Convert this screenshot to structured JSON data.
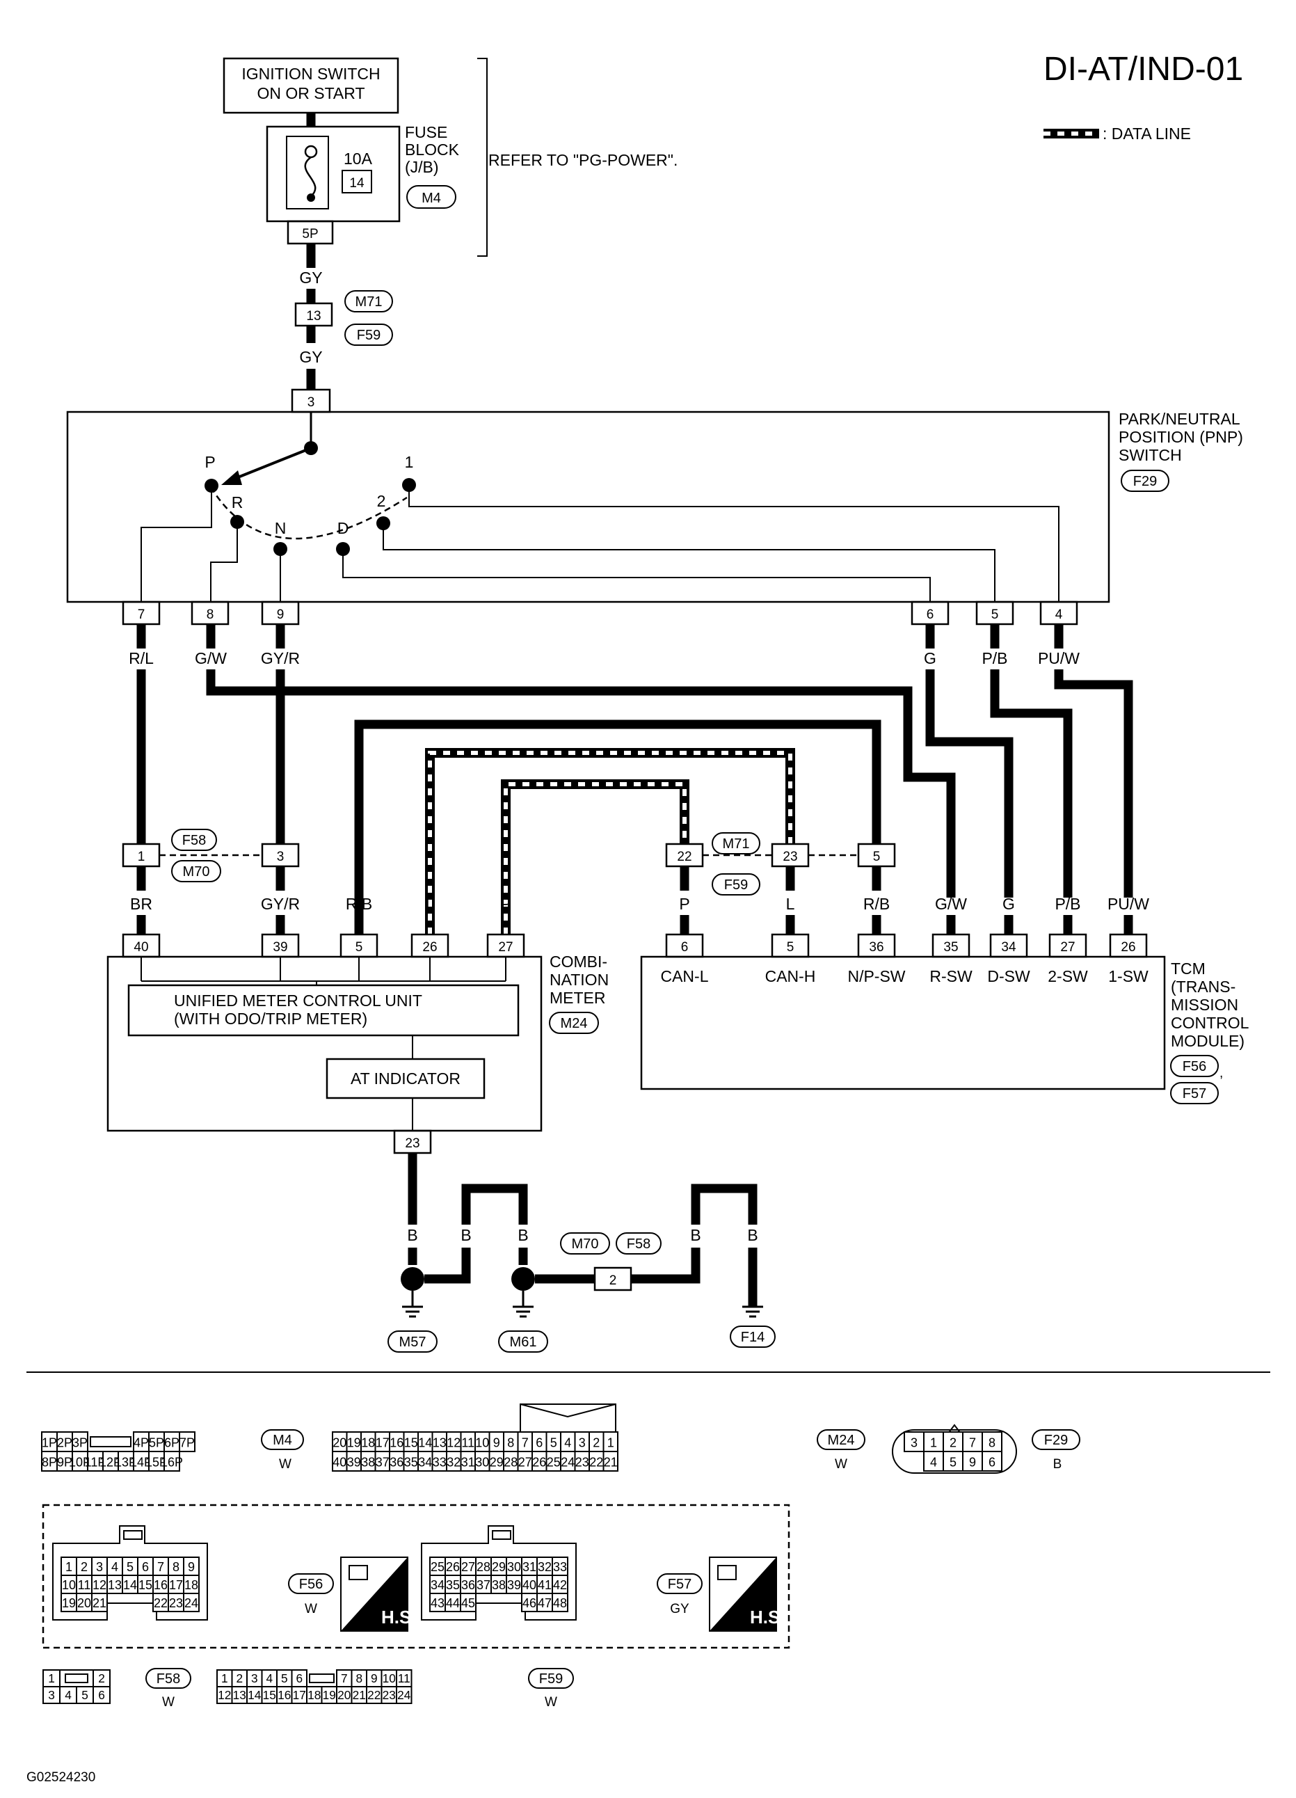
{
  "title": "DI-AT/IND-01",
  "legend": {
    "data_line": ": DATA LINE"
  },
  "ignition_switch": [
    "IGNITION SWITCH",
    "ON OR START"
  ],
  "fuse_block": {
    "label": [
      "FUSE",
      "BLOCK",
      "(J/B)"
    ],
    "amp": "10A",
    "fuse_no": "14",
    "connector": "M4",
    "terminal": "5P",
    "refer": "REFER TO \"PG-POWER\"."
  },
  "wire_colors": {
    "gy": "GY",
    "rl": "R/L",
    "gw": "G/W",
    "gyr": "GY/R",
    "g": "G",
    "pb": "P/B",
    "puw": "PU/W",
    "br": "BR",
    "rb": "R/B",
    "l": "L",
    "p": "P",
    "b": "B"
  },
  "connectors": {
    "m71": "M71",
    "f59": "F59",
    "f58": "F58",
    "m70": "M70",
    "f29": "F29",
    "m24": "M24",
    "f56": "F56",
    "f57": "F57",
    "m57": "M57",
    "m61": "M61",
    "f14": "F14",
    "m4": "M4"
  },
  "pins": {
    "p13": "13",
    "p3": "3",
    "p7": "7",
    "p8": "8",
    "p9": "9",
    "p6": "6",
    "p5": "5",
    "p4": "4",
    "p1": "1",
    "p22": "22",
    "p23": "23",
    "p40": "40",
    "p39": "39",
    "p26": "26",
    "p27": "27",
    "p36": "36",
    "p35": "35",
    "p34": "34",
    "p2": "2"
  },
  "pnp_switch": {
    "label": [
      "PARK/NEUTRAL",
      "POSITION (PNP)",
      "SWITCH"
    ],
    "positions": [
      "P",
      "R",
      "N",
      "D",
      "2",
      "1"
    ]
  },
  "combination_meter": {
    "label": [
      "COMBI-",
      "NATION",
      "METER"
    ],
    "unit": [
      "UNIFIED METER CONTROL UNIT",
      "(WITH ODO/TRIP METER)"
    ],
    "indicator": "AT INDICATOR"
  },
  "tcm": {
    "label": [
      "TCM",
      "(TRANS-",
      "MISSION",
      "CONTROL",
      "MODULE)"
    ],
    "terminals": [
      "CAN-L",
      "CAN-H",
      "N/P-SW",
      "R-SW",
      "D-SW",
      "2-SW",
      "1-SW"
    ]
  },
  "connector_views": {
    "m4": {
      "row1": [
        "1P",
        "2P",
        "3P",
        "4P",
        "5P",
        "6P",
        "7P"
      ],
      "row2": [
        "8P",
        "9P",
        "10P",
        "11P",
        "12P",
        "13P",
        "14P",
        "15P",
        "16P"
      ],
      "color": "W"
    },
    "m24": {
      "row1": [
        "20",
        "19",
        "18",
        "17",
        "16",
        "15",
        "14",
        "13",
        "12",
        "11",
        "10",
        "9",
        "8",
        "7",
        "6",
        "5",
        "4",
        "3",
        "2",
        "1"
      ],
      "row2": [
        "40",
        "39",
        "38",
        "37",
        "36",
        "35",
        "34",
        "33",
        "32",
        "31",
        "30",
        "29",
        "28",
        "27",
        "26",
        "25",
        "24",
        "23",
        "22",
        "21"
      ],
      "color": "W"
    },
    "f29": {
      "row1": [
        "3",
        "1",
        "2",
        "7",
        "8"
      ],
      "row2": [
        "4",
        "5",
        "9",
        "6"
      ],
      "color": "B"
    },
    "f56": {
      "row1": [
        "1",
        "2",
        "3",
        "4",
        "5",
        "6",
        "7",
        "8",
        "9"
      ],
      "row2": [
        "10",
        "11",
        "12",
        "13",
        "14",
        "15",
        "16",
        "17",
        "18"
      ],
      "row3": [
        "19",
        "20",
        "21",
        "22",
        "23",
        "24"
      ],
      "color": "W"
    },
    "f57": {
      "row1": [
        "25",
        "26",
        "27",
        "28",
        "29",
        "30",
        "31",
        "32",
        "33"
      ],
      "row2": [
        "34",
        "35",
        "36",
        "37",
        "38",
        "39",
        "40",
        "41",
        "42"
      ],
      "row3": [
        "43",
        "44",
        "45",
        "46",
        "47",
        "48"
      ],
      "color": "GY"
    },
    "hs": "H.S.",
    "f58": {
      "row1": [
        "1",
        "2"
      ],
      "row2": [
        "3",
        "4",
        "5",
        "6"
      ],
      "color": "W"
    },
    "f59": {
      "row1": [
        "1",
        "2",
        "3",
        "4",
        "5",
        "6",
        "7",
        "8",
        "9",
        "10",
        "11"
      ],
      "row2": [
        "12",
        "13",
        "14",
        "15",
        "16",
        "17",
        "18",
        "19",
        "20",
        "21",
        "22",
        "23",
        "24"
      ],
      "color": "W"
    }
  },
  "figure_code": "G02524230"
}
